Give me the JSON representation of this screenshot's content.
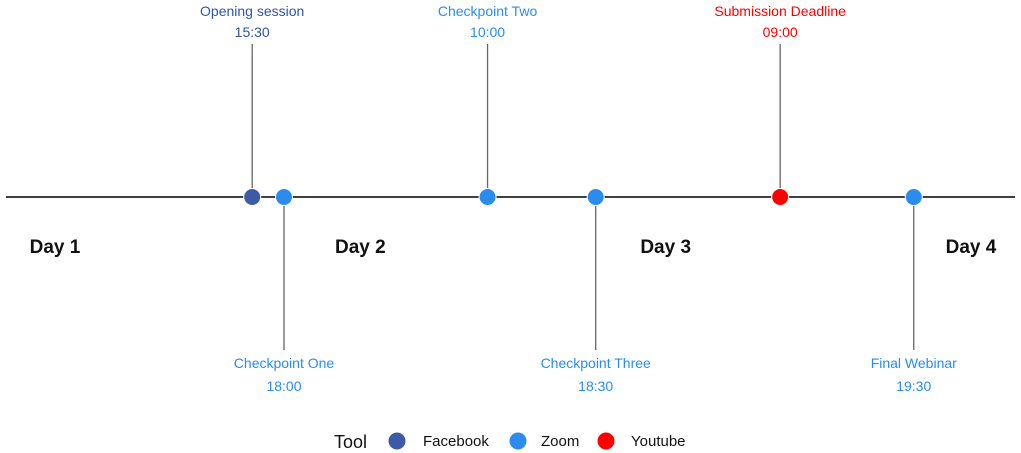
{
  "chart_data": {
    "type": "timeline",
    "x_unit": "hours",
    "xlim": [
      0,
      72
    ],
    "day_labels": [
      {
        "text": "Day 1",
        "x": 0
      },
      {
        "text": "Day 2",
        "x": 24
      },
      {
        "text": "Day 3",
        "x": 48
      },
      {
        "text": "Day 4",
        "x": 72
      }
    ],
    "events": [
      {
        "name": "Opening session",
        "time": "15:30",
        "x": 15.5,
        "tool": "Facebook",
        "position": "above"
      },
      {
        "name": "Checkpoint One",
        "time": "18:00",
        "x": 18.0,
        "tool": "Zoom",
        "position": "below"
      },
      {
        "name": "Checkpoint Two",
        "time": "10:00",
        "x": 34.0,
        "tool": "Zoom",
        "position": "above"
      },
      {
        "name": "Checkpoint Three",
        "time": "18:30",
        "x": 42.5,
        "tool": "Zoom",
        "position": "below"
      },
      {
        "name": "Submission Deadline",
        "time": "09:00",
        "x": 57.0,
        "tool": "Youtube",
        "position": "above"
      },
      {
        "name": "Final Webinar",
        "time": "19:30",
        "x": 67.5,
        "tool": "Zoom",
        "position": "below"
      }
    ],
    "legend": {
      "title": "Tool",
      "placement": "bottom",
      "items": [
        {
          "name": "Facebook",
          "color": "#3c5aa6"
        },
        {
          "name": "Zoom",
          "color": "#2b8cee"
        },
        {
          "name": "Youtube",
          "color": "#ff0000"
        }
      ]
    },
    "label_colors": {
      "Facebook": "#2f55a4",
      "Zoom": "#2b8cee",
      "Youtube": "#ff0000"
    }
  }
}
